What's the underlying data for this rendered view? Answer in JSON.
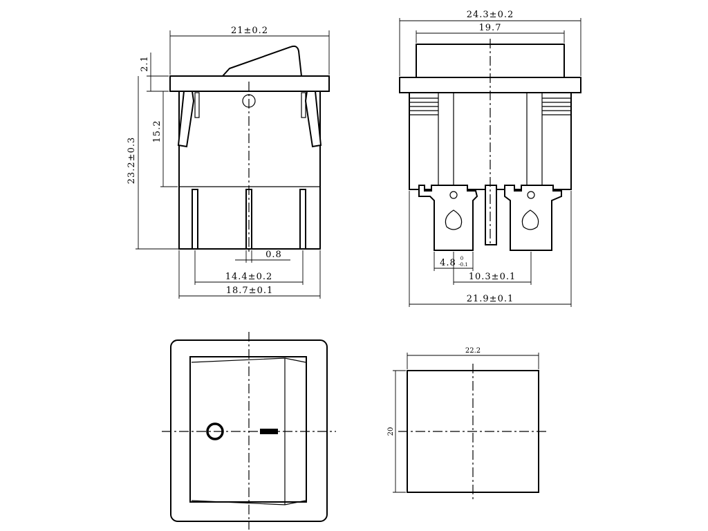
{
  "dimensions": {
    "side_width_top": "21±0.2",
    "side_height_rocker": "2.1",
    "side_height_total": "23.2±0.3",
    "side_height_body": "15.2",
    "side_pin_width": "0.8",
    "side_pin_span": "14.4±0.2",
    "side_body_width": "18.7±0.1",
    "front_width_top": "24.3±0.2",
    "front_width_rocker": "19.7",
    "front_terminal_width": "4.8",
    "front_terminal_tol_upper": "0",
    "front_terminal_tol_lower": "-0.1",
    "front_terminal_pitch": "10.3±0.1",
    "front_body_width": "21.9±0.1",
    "cutout_width": "22.2",
    "cutout_height": "20"
  },
  "colors": {
    "line": "#000000",
    "background": "#ffffff"
  }
}
